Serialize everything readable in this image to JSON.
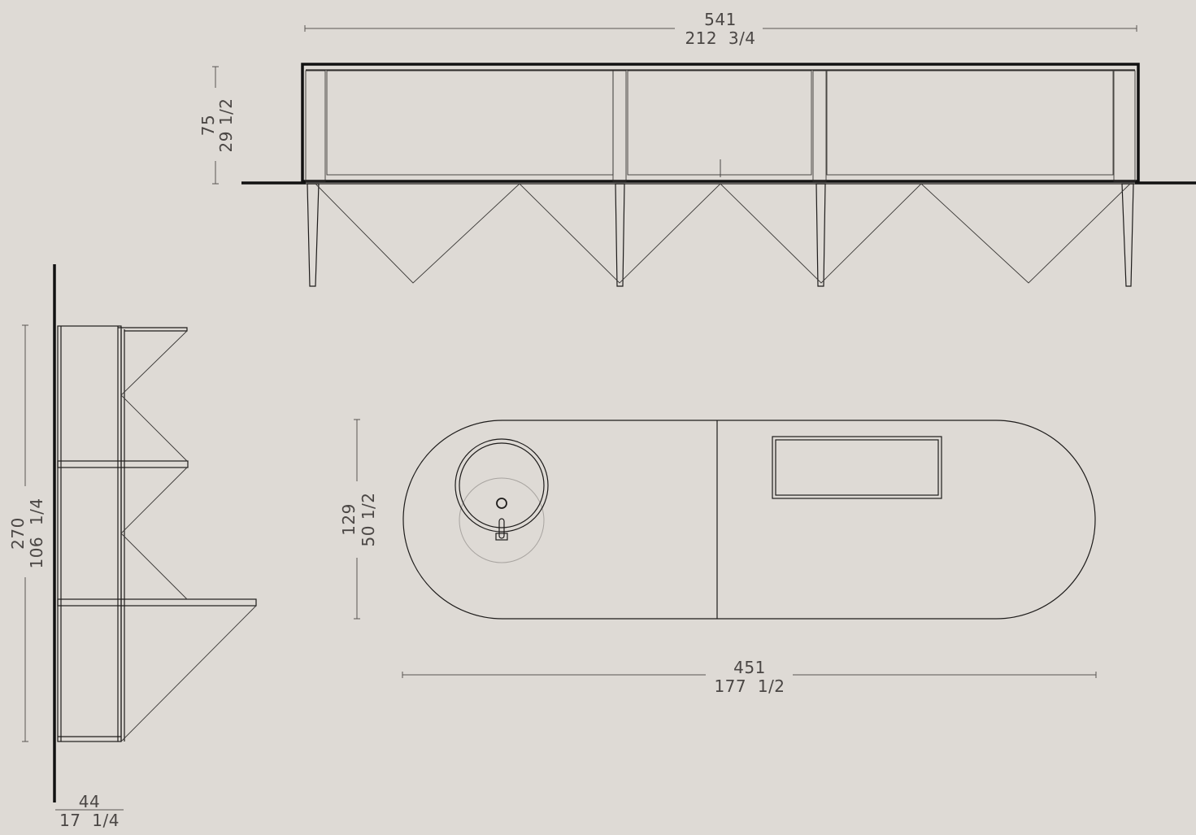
{
  "colors": {
    "background": "#dedad5",
    "line": "#1e1c1b",
    "dimension": "#5a5654",
    "text": "#4a4644"
  },
  "dimensions": {
    "front_width": {
      "metric": "541",
      "imperial": "212  3/4"
    },
    "front_height": {
      "metric": "75",
      "imperial": "29 1/2"
    },
    "top_depth": {
      "metric": "129",
      "imperial": "50 1/2"
    },
    "top_width": {
      "metric": "451",
      "imperial": "177  1/2"
    },
    "side_height": {
      "metric": "270",
      "imperial": "106  1/4"
    },
    "side_depth": {
      "metric": "44",
      "imperial": "17  1/4"
    }
  }
}
